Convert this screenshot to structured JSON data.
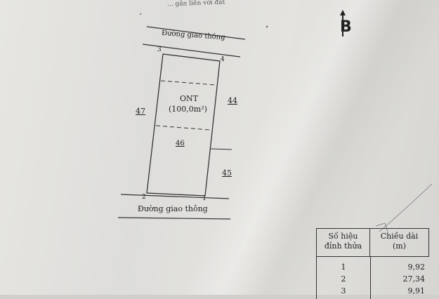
{
  "header": {
    "top_caption": "... gắn liền với đất"
  },
  "plan": {
    "road_top": "Đường giao thông",
    "road_bottom": "Đường giao thông",
    "vertices": [
      "1",
      "2",
      "3",
      "4"
    ],
    "land_type": "ONT",
    "area": "(100,0m²)",
    "parcel_number": "46",
    "neighbors": {
      "left": "47",
      "right_top": "44",
      "right_bottom": "45"
    },
    "north_symbol": "B"
  },
  "table": {
    "col1_header": [
      "Số hiệu",
      "đỉnh thửa"
    ],
    "col2_header": [
      "Chiều dài",
      "(m)"
    ],
    "rows": [
      {
        "vertex": "1",
        "length": "9,92"
      },
      {
        "vertex": "2",
        "length": "27,34"
      },
      {
        "vertex": "3",
        "length": "9,91"
      }
    ]
  },
  "colors": {
    "ink": "#222222",
    "paper": "#e3e2de"
  }
}
